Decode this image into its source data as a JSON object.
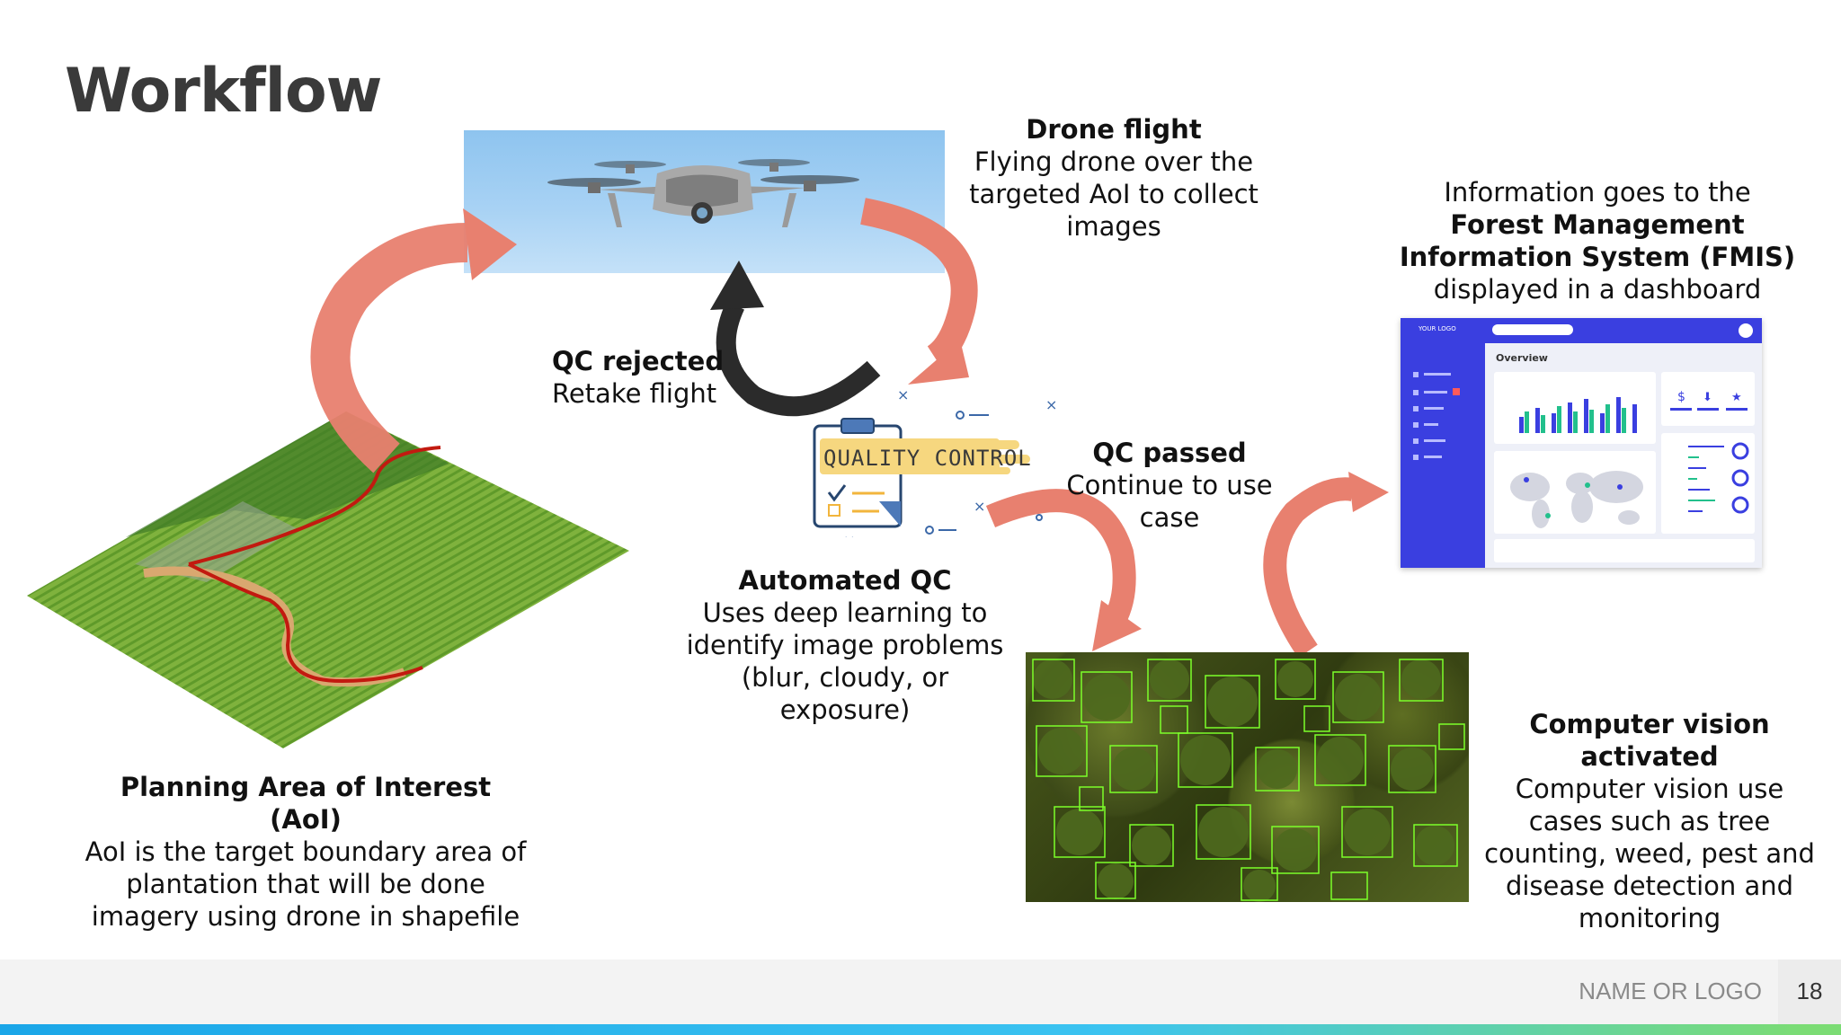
{
  "slide": {
    "title": "Workflow",
    "page_number": "18",
    "footer_logo": "NAME OR LOGO"
  },
  "drone_flight": {
    "heading": "Drone flight",
    "body": "Flying drone over the targeted AoI to collect images"
  },
  "fmis": {
    "text_pre": "Information goes to the ",
    "text_bold": "Forest Management Information System (FMIS)",
    "text_post": " displayed in a dashboard"
  },
  "qc_rejected": {
    "heading": "QC rejected",
    "body": "Retake flight"
  },
  "qc_passed": {
    "heading": "QC passed",
    "body": "Continue to use case"
  },
  "quality_control_label": "QUALITY CONTROL",
  "automated_qc": {
    "heading": "Automated QC",
    "body": "Uses deep learning to identify image problems (blur, cloudy, or exposure)"
  },
  "planning": {
    "heading": "Planning Area of Interest (AoI)",
    "body": "AoI is the target boundary area of plantation that will be done imagery using drone in shapefile"
  },
  "computer_vision": {
    "heading": "Computer vision activated",
    "body": "Computer vision use cases such as tree counting, weed, pest and disease detection and monitoring"
  },
  "dashboard": {
    "logo": "YOUR LOGO",
    "title": "Overview"
  },
  "colors": {
    "arrow_salmon": "#e8806f",
    "arrow_dark": "#2b2b2b",
    "qc_banner": "#f6d77f",
    "dashboard_blue": "#3a3fe0",
    "footer_gradient_start": "#1aa6e8"
  }
}
